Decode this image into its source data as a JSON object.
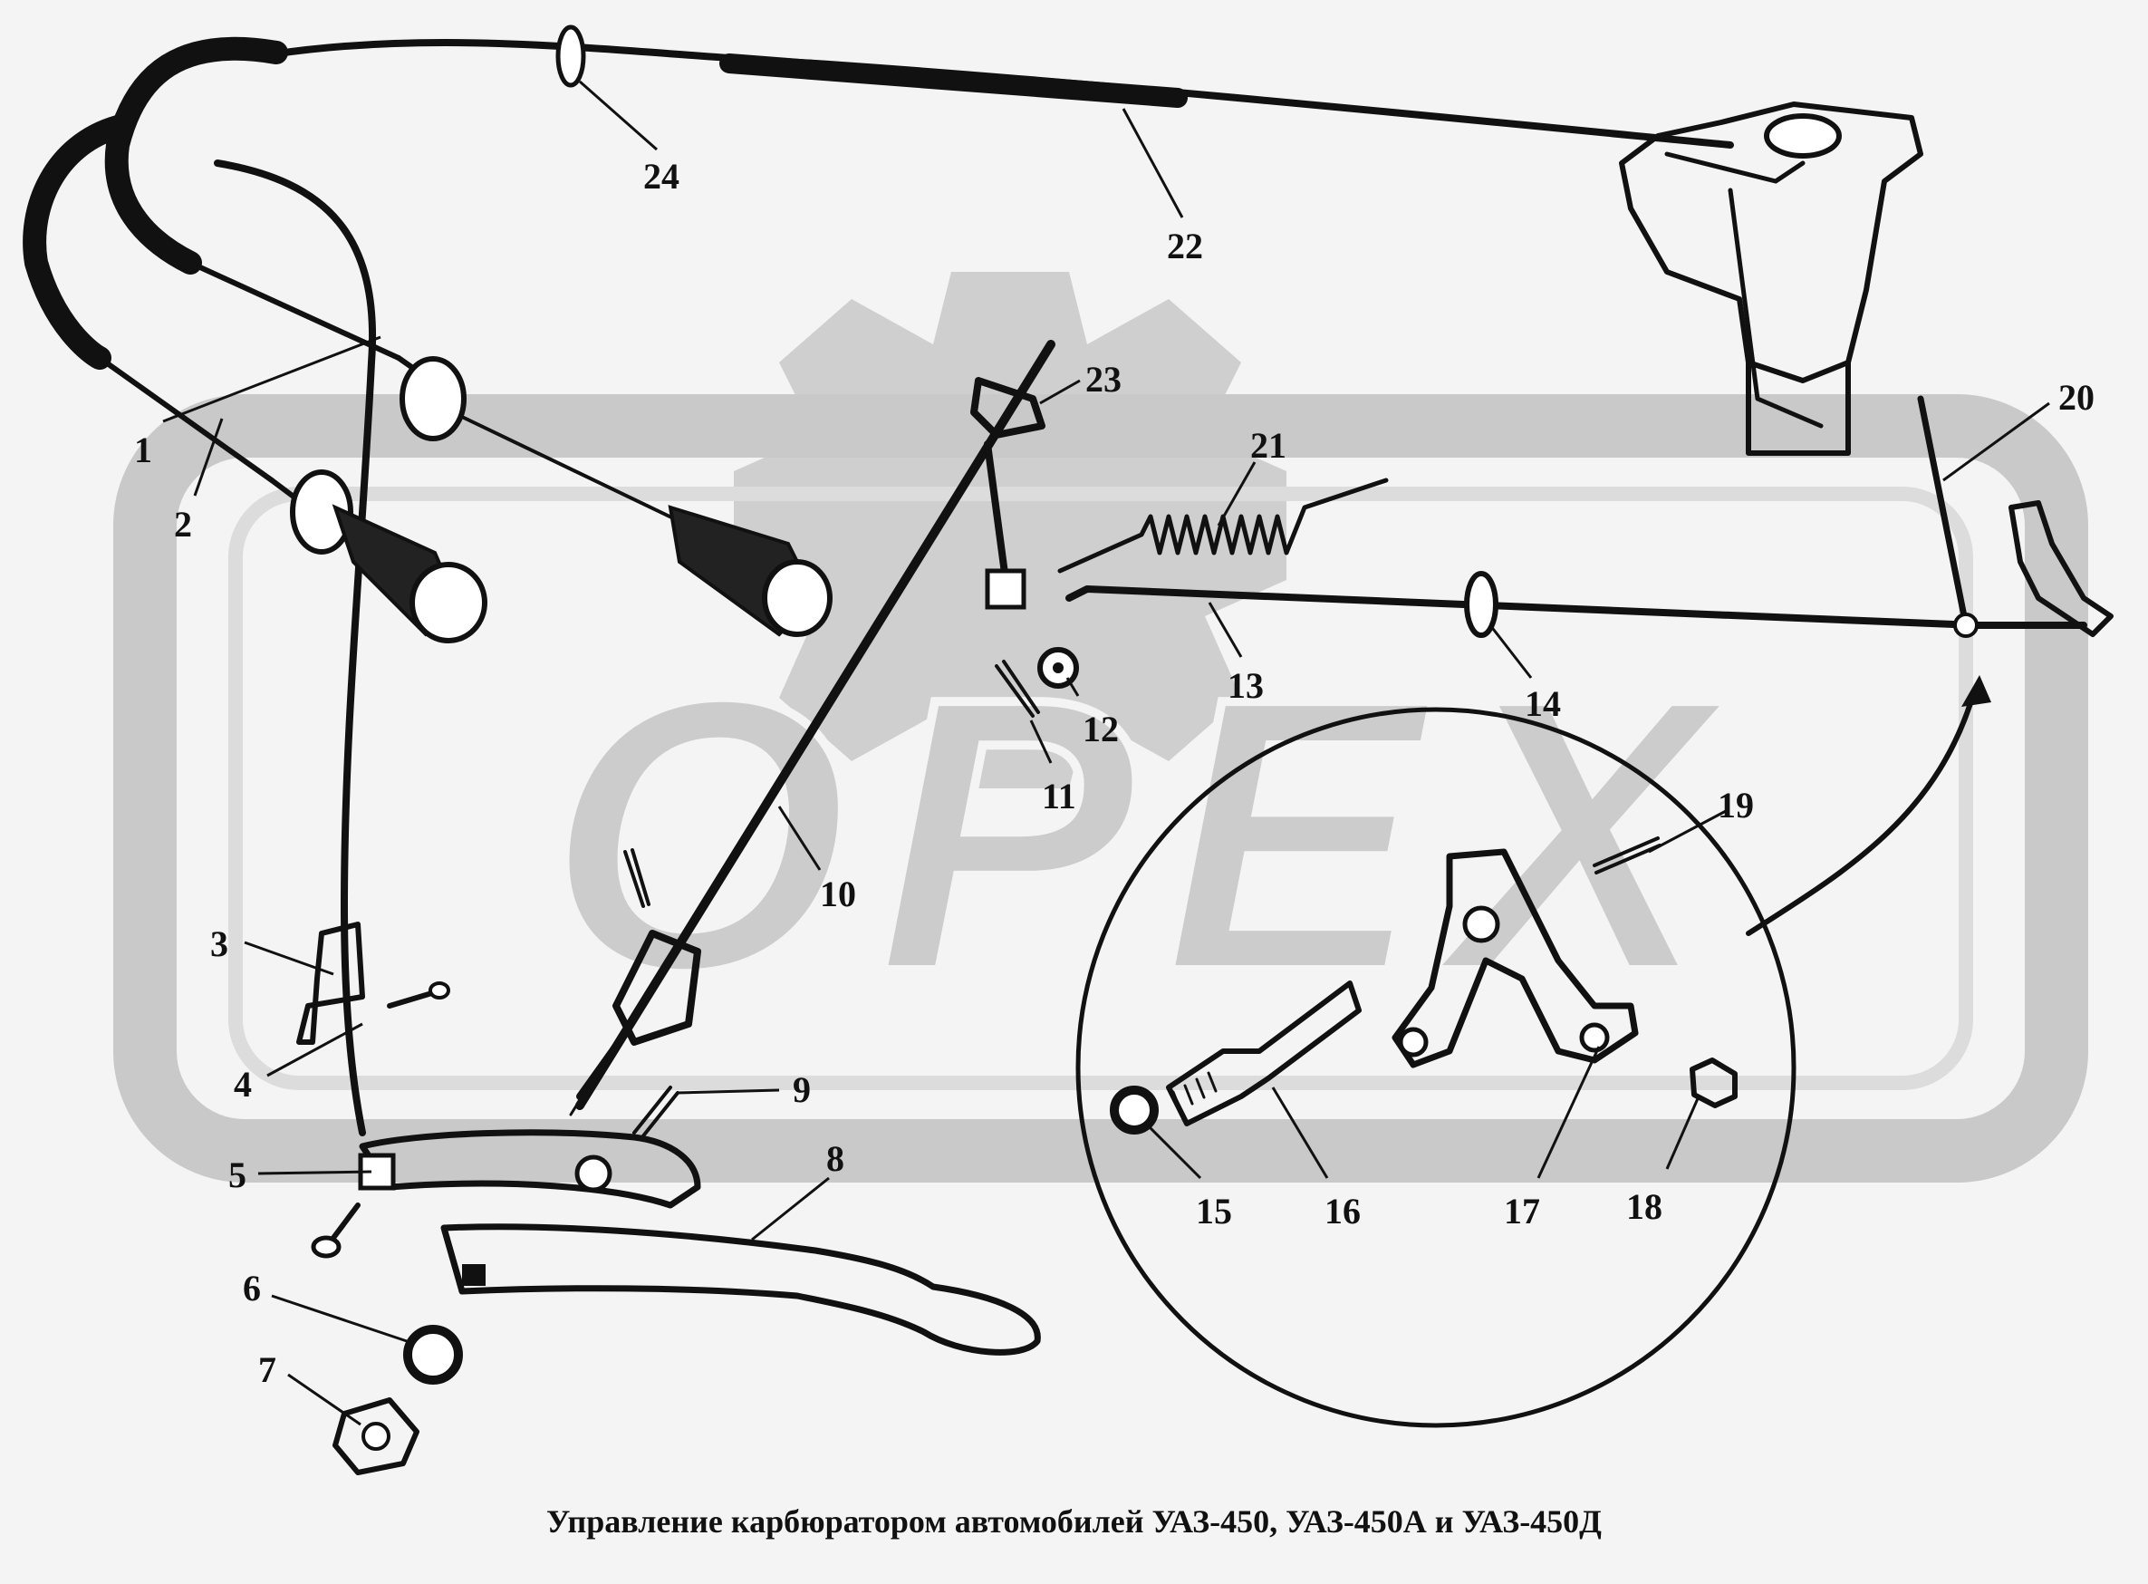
{
  "watermark": {
    "text": "OPEX",
    "color": "#c9c9c9"
  },
  "caption": "Управление карбюратором  автомобилей УАЗ-450, УАЗ-450А и  УАЗ-450Д",
  "callouts": [
    {
      "id": "1",
      "label": "1"
    },
    {
      "id": "2",
      "label": "2"
    },
    {
      "id": "3",
      "label": "3"
    },
    {
      "id": "4",
      "label": "4"
    },
    {
      "id": "5",
      "label": "5"
    },
    {
      "id": "6",
      "label": "6"
    },
    {
      "id": "7",
      "label": "7"
    },
    {
      "id": "8",
      "label": "8"
    },
    {
      "id": "9",
      "label": "9"
    },
    {
      "id": "10",
      "label": "10"
    },
    {
      "id": "11",
      "label": "11"
    },
    {
      "id": "12",
      "label": "12"
    },
    {
      "id": "13",
      "label": "13"
    },
    {
      "id": "14",
      "label": "14"
    },
    {
      "id": "15",
      "label": "15"
    },
    {
      "id": "16",
      "label": "16"
    },
    {
      "id": "17",
      "label": "17"
    },
    {
      "id": "18",
      "label": "18"
    },
    {
      "id": "19",
      "label": "19"
    },
    {
      "id": "20",
      "label": "20"
    },
    {
      "id": "21",
      "label": "21"
    },
    {
      "id": "22",
      "label": "22"
    },
    {
      "id": "23",
      "label": "23"
    },
    {
      "id": "24",
      "label": "24"
    }
  ]
}
